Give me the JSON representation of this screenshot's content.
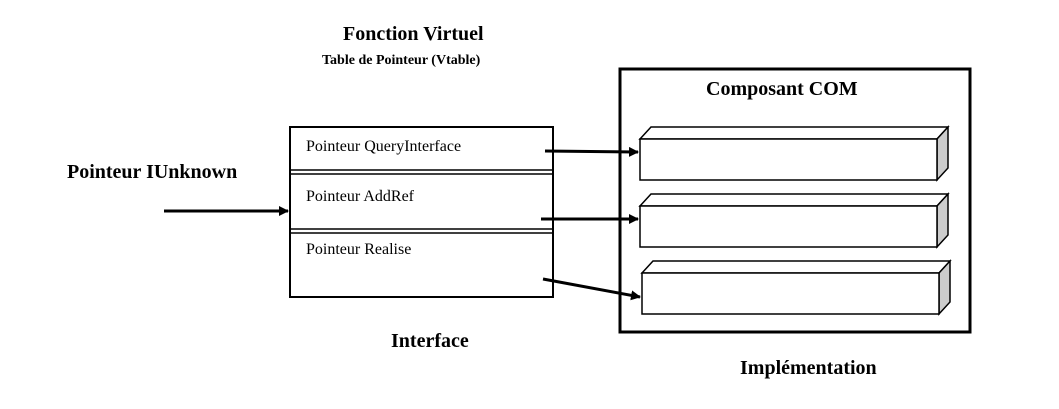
{
  "diagram": {
    "title": "Fonction Virtuel",
    "subtitle": "Table de Pointeur (Vtable)",
    "unknown_label": "Pointeur  IUnknown",
    "interface_label": "Interface",
    "implementation_label": "Implémentation",
    "component_title": "Composant COM",
    "vtable_entries": [
      {
        "label": "Pointeur QueryInterface"
      },
      {
        "label": "Pointeur AddRef"
      },
      {
        "label": "Pointeur Realise"
      }
    ],
    "colors": {
      "line": "#000000",
      "box_side": "#cccccc",
      "background": "#ffffff"
    }
  }
}
